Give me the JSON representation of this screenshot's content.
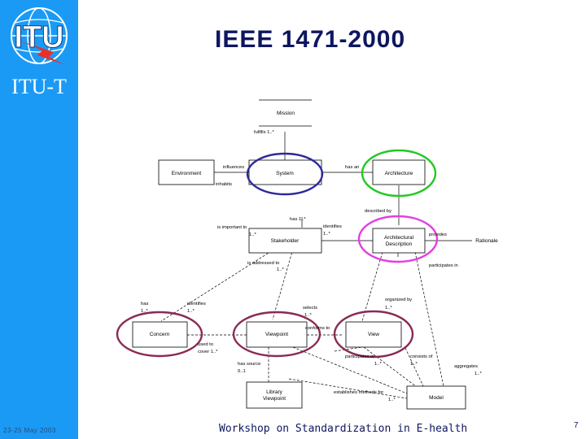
{
  "sidebar": {
    "logo_text": "ITU",
    "org_label": "ITU-T",
    "date": "23-25 May 2003"
  },
  "title": "IEEE 1471-2000",
  "footer": "Workshop on Standardization in E-health",
  "page_number": "7",
  "diagram": {
    "boxes": {
      "mission": "Mission",
      "environment": "Environment",
      "system": "System",
      "architecture": "Architecture",
      "stakeholder": "Stakeholder",
      "arch_desc_1": "Architectural",
      "arch_desc_2": "Description",
      "rationale": "Rationale",
      "concern": "Concern",
      "viewpoint": "Viewpoint",
      "view": "View",
      "library_1": "Library",
      "library_2": "Viewpoint",
      "model": "Model"
    },
    "labels": {
      "fulfills": "fulfills 1..*",
      "influences": "influences",
      "has_an": "has an",
      "inhabits": "inhabits",
      "described_by": "described by",
      "is_important_to": "is important to",
      "is_important_to_mult": "1..*",
      "has_1": "has 1..*",
      "identifies_1": "identifies",
      "identifies_1_mult": "1..*",
      "provides": "provides",
      "is_addressed_to": "is addressed to",
      "is_addressed_to_mult": "1..*",
      "participates_in_1": "participates in",
      "organized_by": "organized by",
      "organized_by_mult": "1..*",
      "has_2": "has",
      "has_2_mult": "1..*",
      "identifies_2": "identifies",
      "identifies_2_mult": "1..*",
      "selects": "selects",
      "selects_mult": "1..*",
      "conforms_to": "conforms to",
      "used_to": "used to",
      "cover": "cover 1..*",
      "participates_in_2": "participates in",
      "participates_in_2_mult": "1..*",
      "consists_of": "consists of",
      "consists_of_mult": "1..*",
      "aggregates": "aggregates",
      "aggregates_mult": "1..*",
      "has_source": "has source",
      "has_source_mult": "0..1",
      "establishes_methods_for": "establishes methods for",
      "establishes_mult": "1..*"
    }
  },
  "colors": {
    "sidebar": "#1a9af5",
    "title": "#0f1660",
    "system_ellipse": "#2d2a9a",
    "architecture_ellipse": "#22c922",
    "description_ellipse": "#e23fe2",
    "concern_viewpoint_view_ellipse": "#8a2a55"
  }
}
